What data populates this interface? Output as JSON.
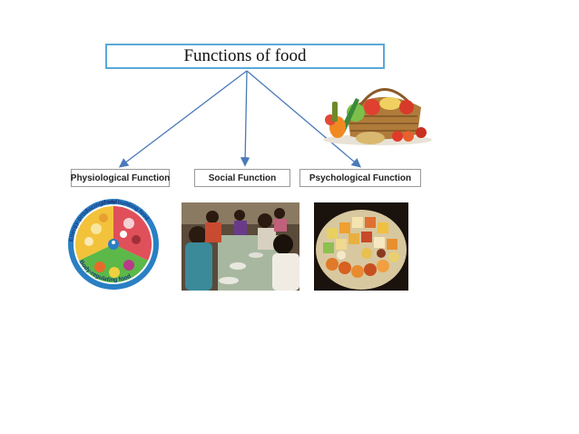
{
  "diagram": {
    "title": "Functions of food",
    "branches": [
      {
        "label": "Physiological Function"
      },
      {
        "label": "Social Function"
      },
      {
        "label": "Psychological Function"
      }
    ],
    "plate_labels": {
      "energy": "Energy-producing food",
      "body_building": "Body building food",
      "body_regulating": "Body-regulating food"
    }
  },
  "colors": {
    "title_border": "#5aa9d8",
    "arrow": "#4a7ab8",
    "box_border": "#9a9a9a",
    "plate_energy": "#f2c33a",
    "plate_building": "#e0505a",
    "plate_regulating": "#5cb848",
    "plate_rim": "#2a7fc4"
  },
  "icons": [
    "vegetable-basket-icon",
    "food-plate-icon",
    "group-dining-photo",
    "sweets-platter-photo"
  ]
}
